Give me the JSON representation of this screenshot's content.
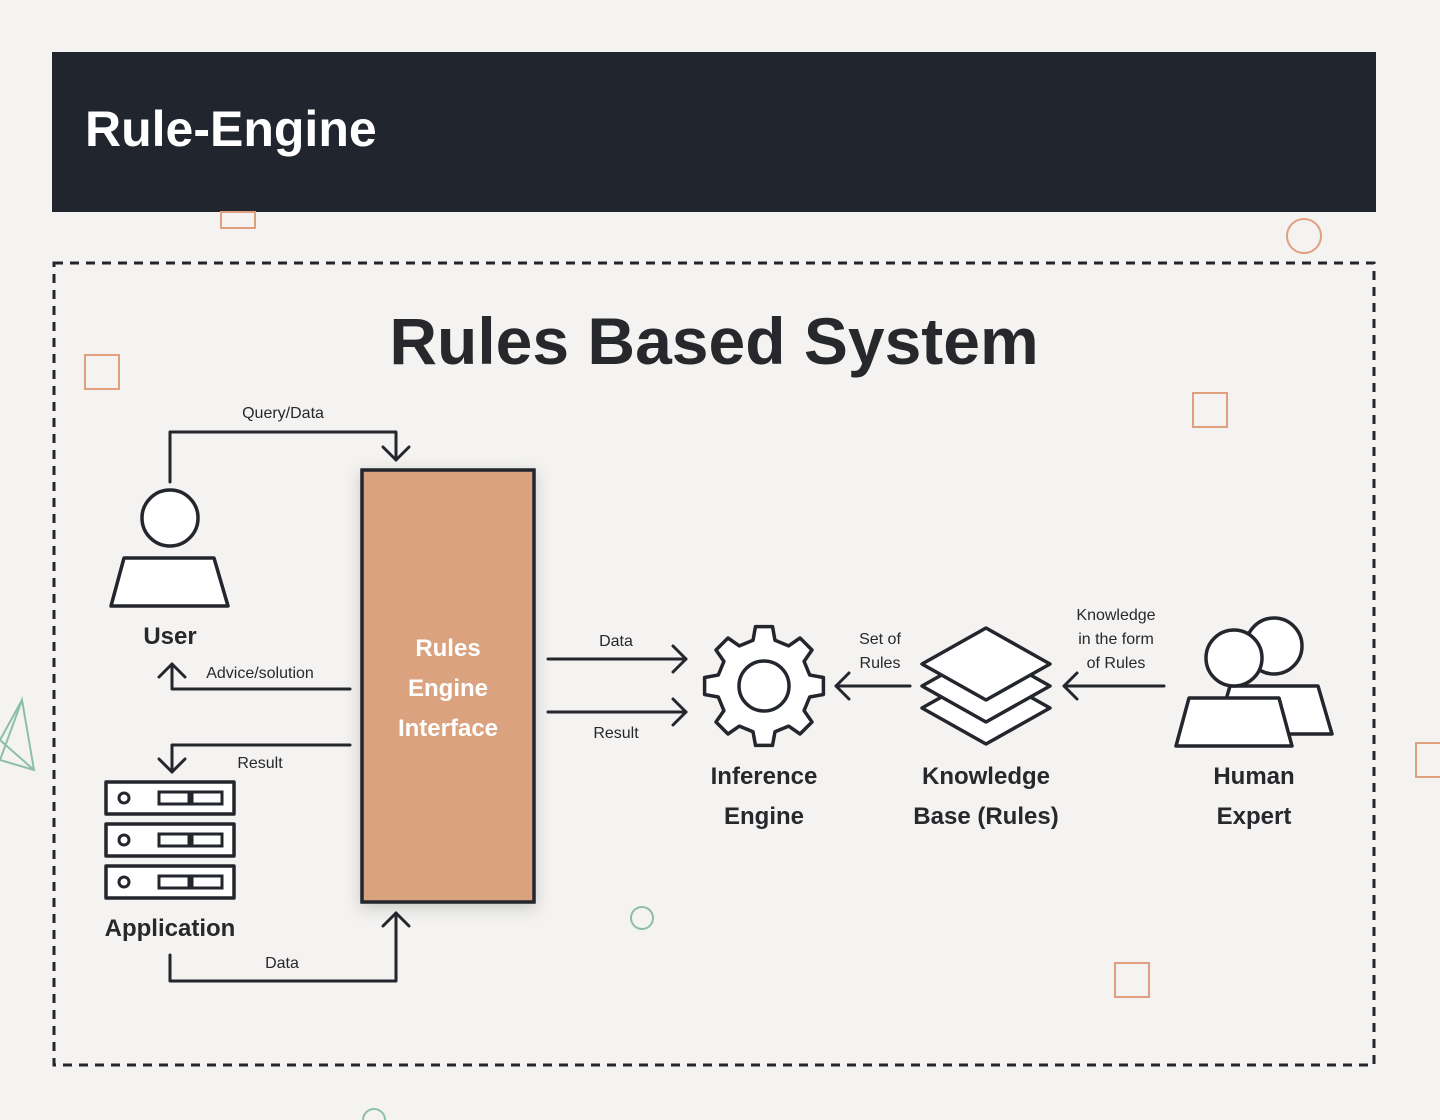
{
  "header": {
    "title": "Rule-Engine"
  },
  "diagram": {
    "title": "Rules Based System",
    "central_box": {
      "lines": [
        "Rules",
        "Engine",
        "Interface"
      ],
      "fill": "#dba27f"
    },
    "nodes": {
      "user": {
        "label": "User"
      },
      "application": {
        "label": "Application"
      },
      "inference_engine": {
        "lines": [
          "Inference",
          "Engine"
        ]
      },
      "knowledge_base": {
        "lines": [
          "Knowledge",
          "Base (Rules)"
        ]
      },
      "human_expert": {
        "lines": [
          "Human",
          "Expert"
        ]
      }
    },
    "edges": {
      "query_data": "Query/Data",
      "advice_solution": "Advice/solution",
      "result_to_app": "Result",
      "data_from_app": "Data",
      "data_to_inference": "Data",
      "result_from_inference": "Result",
      "set_of_rules": [
        "Set of",
        "Rules"
      ],
      "knowledge_rules": [
        "Knowledge",
        "in the form",
        "of Rules"
      ]
    }
  },
  "colors": {
    "header_bg": "#21252e",
    "page_bg": "#f4f3f1",
    "accent_orange": "#e0a07f",
    "accent_green": "#8dbfa6",
    "line": "#23262d"
  }
}
